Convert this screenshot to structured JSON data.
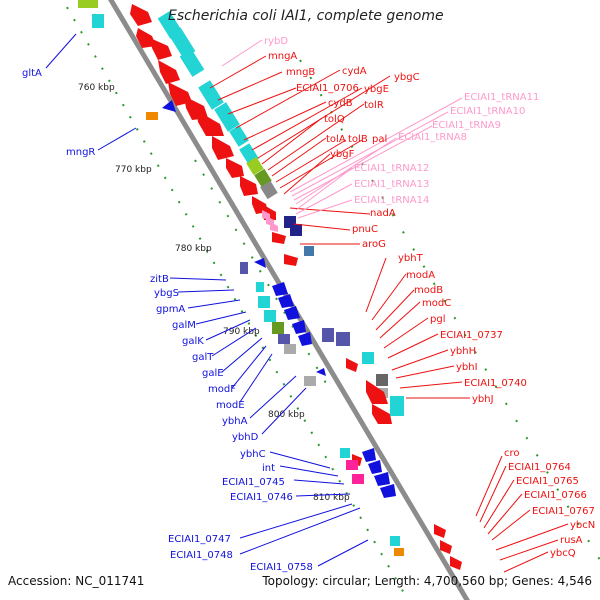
{
  "title": "Escherichia coli IAI1, complete genome",
  "footer": {
    "accession": "Accession: NC_011741",
    "info": "Topology: circular; Length: 4,700,560 bp; Genes: 4,546"
  },
  "colors": {
    "backbone": "#8c8c8c",
    "forward_gene": "#ee1111",
    "reverse_gene": "#1111dd",
    "trna": "#ff99cc",
    "kbp_marker": "#229922"
  },
  "ruler": [
    "760 kbp",
    "770 kbp",
    "780 kbp",
    "790 kbp",
    "800 kbp",
    "810 kbp"
  ],
  "left_labels": [
    "gltA",
    "mngR",
    "zitB",
    "ybgS",
    "gpmA",
    "galM",
    "galK",
    "galT",
    "galE",
    "modF",
    "modE",
    "ybhA",
    "ybhD",
    "ybhC",
    "int",
    "ECIAI1_0745",
    "ECIAI1_0746",
    "ECIAI1_0747",
    "ECIAI1_0748",
    "ECIAI1_0758"
  ],
  "right_labels": [
    "rybD",
    "mngA",
    "mngB",
    "ECIAI1_0706",
    "cydA",
    "cydB",
    "ybgE",
    "ybgC",
    "tolQ",
    "tolR",
    "tolA",
    "tolB",
    "pal",
    "ybgF",
    "ECIAI1_tRNA11",
    "ECIAI1_tRNA10",
    "ECIAI1_tRNA9",
    "ECIAI1_tRNA8",
    "ECIAI1_tRNA12",
    "ECIAI1_tRNA13",
    "ECIAI1_tRNA14",
    "nadA",
    "pnuC",
    "aroG",
    "ybhT",
    "modA",
    "modB",
    "modC",
    "pgl",
    "ECIAI1_0737",
    "ybhH",
    "ybhI",
    "ECIAI1_0740",
    "ybhJ",
    "cro",
    "ECIAI1_0764",
    "ECIAI1_0765",
    "ECIAI1_0766",
    "ECIAI1_0767",
    "ybcN",
    "rusA",
    "ybcQ"
  ]
}
